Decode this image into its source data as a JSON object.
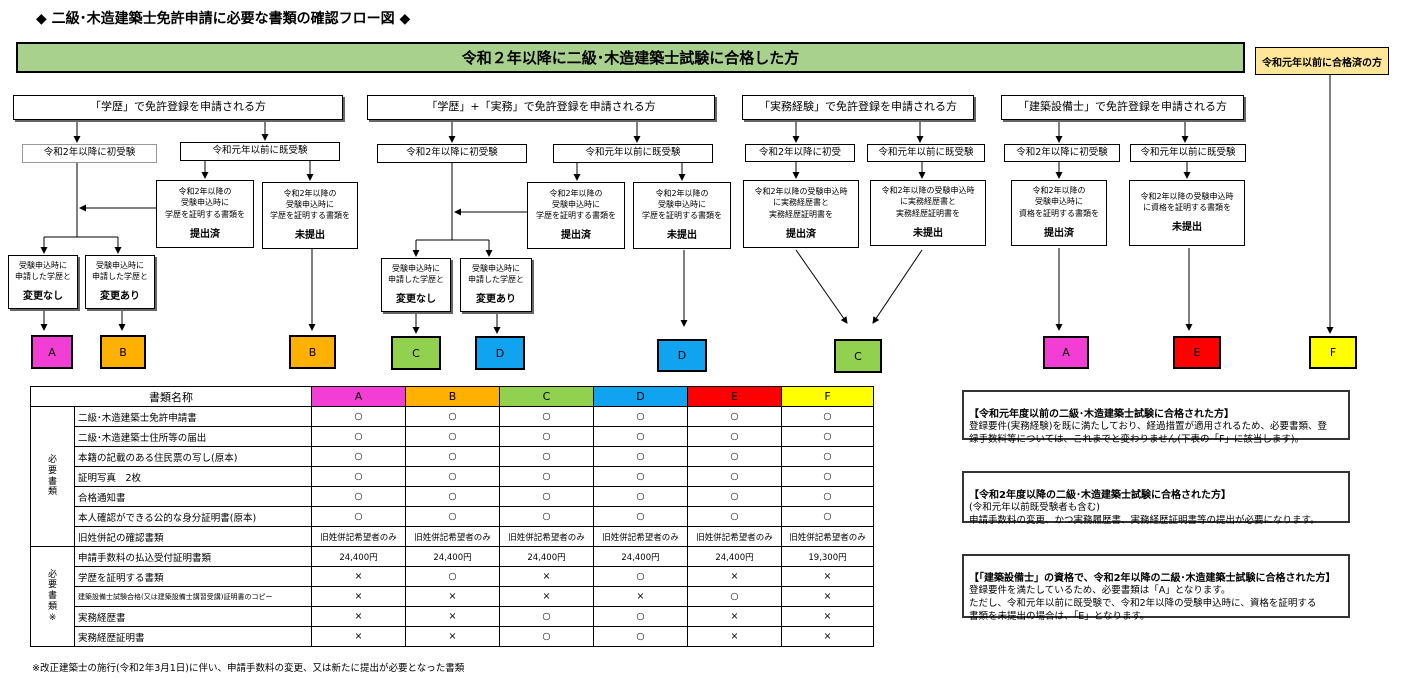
{
  "title": "◆ 二級･木造建築士免許申請に必要な書類の確認フロー図 ◆",
  "banner_main": "令和２年以降に二級･木造建築士試験に合格した方",
  "banner_f": "令和元年以前に合格済の方",
  "colors": {
    "A": "#f23ed4",
    "B": "#ffb000",
    "C": "#92d050",
    "D": "#0fa3f0",
    "E": "#ff0000",
    "F": "#ffff00",
    "banner": "#a9d18e"
  },
  "groups": {
    "g1": {
      "header": "「学歴」で免許登録を申請される方",
      "first": "令和2年以降に初受験",
      "prev": "令和元年以前に既受験",
      "cond_text": "令和2年以降の\n受験申込時に\n学歴を証明する書類を",
      "cond_yes": "提出済",
      "cond2_text": "令和2年以降の\n受験申込時に\n学歴を証明する書類を",
      "cond_no": "未提出",
      "chg_text": "受験申込時に\n申請した学歴と",
      "nochange": "変更なし",
      "change": "変更あり"
    },
    "g2": {
      "header": "「学歴」+「実務」で免許登録を申請される方",
      "first": "令和2年以降に初受験",
      "prev": "令和元年以前に既受験",
      "cond_text": "令和2年以降の\n受験申込時に\n学歴を証明する書類を",
      "cond_yes": "提出済",
      "cond2_text": "令和2年以降の\n受験申込時に\n学歴を証明する書類を",
      "cond_no": "未提出",
      "chg_text": "受験申込時に\n申請した学歴と",
      "nochange": "変更なし",
      "change": "変更あり"
    },
    "g3": {
      "header": "「実務経験」で免許登録を申請される方",
      "first": "令和2年以降に初受",
      "prev": "令和元年以前に既受験",
      "cond_text": "令和2年以降の受験申込時\nに実務経歴書と\n実務経歴証明書を",
      "cond_yes": "提出済",
      "cond2_text": "令和2年以降の受験申込時\nに実務経歴書と\n実務経歴証明書を",
      "cond_no": "未提出"
    },
    "g4": {
      "header": "「建築設備士」で免許登録を申請される方",
      "first": "令和2年以降に初受験",
      "prev": "令和元年以前に既受験",
      "cond_text": "令和2年以降の\n受験申込時に\n資格を証明する書類を",
      "cond_yes": "提出済",
      "cond2_text": "令和2年以降の受験申込時\nに資格を証明する書類を",
      "cond_no": "未提出"
    }
  },
  "labels": [
    "A",
    "B",
    "B",
    "C",
    "D",
    "D",
    "C",
    "A",
    "E",
    "F"
  ],
  "table": {
    "header_name": "書類名称",
    "columns": [
      "A",
      "B",
      "C",
      "D",
      "E",
      "F"
    ],
    "section1_label": "必要書類",
    "section2_label": "必要書類※",
    "rows1": [
      {
        "name": "二級･木造建築士免許申請書",
        "vals": [
          "○",
          "○",
          "○",
          "○",
          "○",
          "○"
        ]
      },
      {
        "name": "二級･木造建築士住所等の届出",
        "vals": [
          "○",
          "○",
          "○",
          "○",
          "○",
          "○"
        ]
      },
      {
        "name": "本籍の記載のある住民票の写し(原本)",
        "vals": [
          "○",
          "○",
          "○",
          "○",
          "○",
          "○"
        ]
      },
      {
        "name": "証明写真　2枚",
        "vals": [
          "○",
          "○",
          "○",
          "○",
          "○",
          "○"
        ]
      },
      {
        "name": "合格通知書",
        "vals": [
          "○",
          "○",
          "○",
          "○",
          "○",
          "○"
        ]
      },
      {
        "name": "本人確認ができる公的な身分証明書(原本)",
        "vals": [
          "○",
          "○",
          "○",
          "○",
          "○",
          "○"
        ]
      },
      {
        "name": "旧姓併記の確認書類",
        "vals": [
          "旧姓併記希望者のみ",
          "旧姓併記希望者のみ",
          "旧姓併記希望者のみ",
          "旧姓併記希望者のみ",
          "旧姓併記希望者のみ",
          "旧姓併記希望者のみ"
        ]
      }
    ],
    "rows2": [
      {
        "name": "申請手数料の払込受付証明書類",
        "vals": [
          "24,400円",
          "24,400円",
          "24,400円",
          "24,400円",
          "24,400円",
          "19,300円"
        ]
      },
      {
        "name": "学歴を証明する書類",
        "vals": [
          "×",
          "○",
          "×",
          "○",
          "×",
          "×"
        ]
      },
      {
        "name": "建築設備士試験合格(又は建築設備士講習受講)証明書のコピー",
        "vals": [
          "×",
          "×",
          "×",
          "×",
          "○",
          "×"
        ]
      },
      {
        "name": "実務経歴書",
        "vals": [
          "×",
          "×",
          "○",
          "○",
          "×",
          "×"
        ]
      },
      {
        "name": "実務経歴証明書",
        "vals": [
          "×",
          "×",
          "○",
          "○",
          "×",
          "×"
        ]
      }
    ],
    "footnote": "※改正建築士の施行(令和2年3月1日)に伴い、申請手数料の変更、又は新たに提出が必要となった書類"
  },
  "info": [
    {
      "title": "【令和元年度以前の二級･木造建築士試験に合格された方】",
      "body": "登録要件(実務経験)を既に満たしており、経過措置が適用されるため、必要書類、登\n録手数料等については、これまでと変わりません(下表の「F」に該当します)。"
    },
    {
      "title": "【令和2年度以降の二級･木造建築士試験に合格された方】",
      "body": "(令和元年以前既受験者も含む)\n申請手数料の変更、かつ実務履歴書、実務経歴証明書等の提出が必要になります。"
    },
    {
      "title": "【「建築設備士」の資格で、令和2年以降の二級･木造建築士試験に合格された方】",
      "body": "登録要件を満たしているため、必要書類は「A」となります。\nただし、令和元年以前に既受験で、令和2年以降の受験申込時に、資格を証明する\n書類を未提出の場合は、「E」となります。"
    }
  ]
}
